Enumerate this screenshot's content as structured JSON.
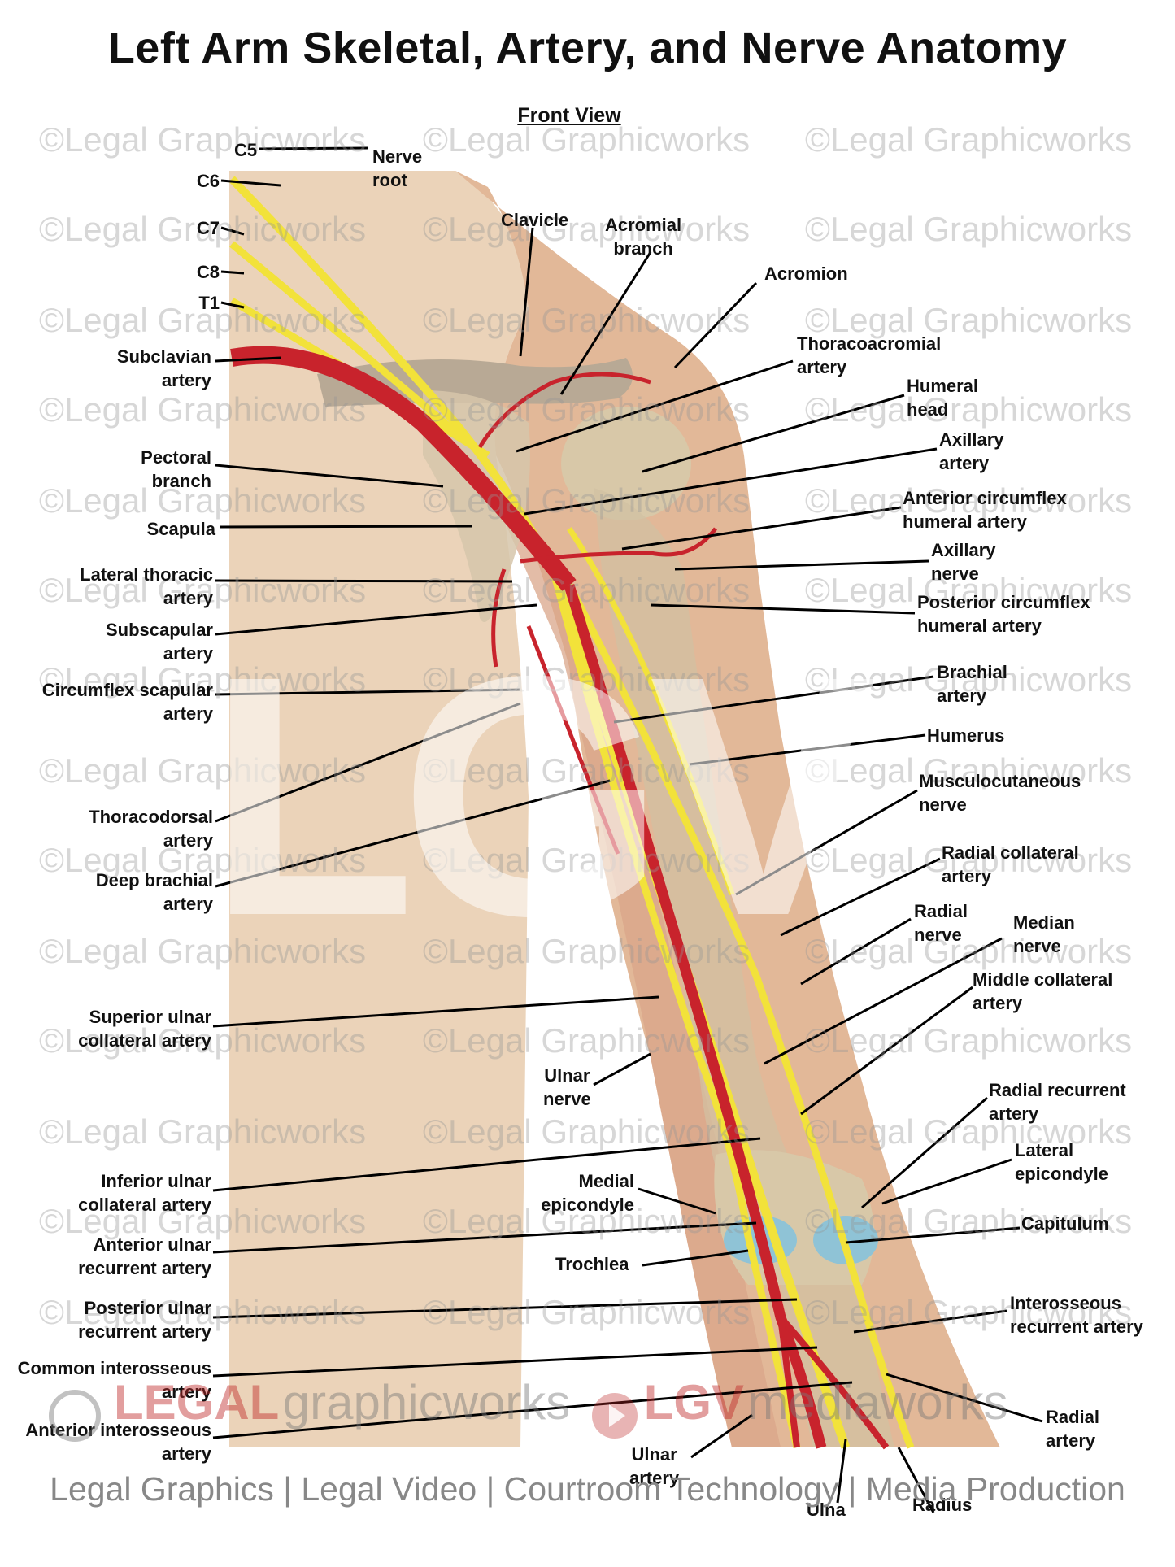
{
  "title": "Left Arm Skeletal, Artery, and Nerve Anatomy",
  "subtitle": "Front View",
  "watermark": "©Legal Graphicworks",
  "center_watermark": "LGV",
  "logo": {
    "legal": "LEGAL",
    "graphicworks": "graphicworks",
    "lgv": "LGV",
    "mediaworks": "mediaworks"
  },
  "footer": "Legal Graphics | Legal Video | Courtroom Technology | Media Production",
  "colors": {
    "skin": "#e8c9a8",
    "bone": "#d9cbb0",
    "artery": "#c8232c",
    "nerve": "#f2e23a",
    "cartilage": "#8fc3d6",
    "label_text": "#111111",
    "leader_line": "#000000"
  },
  "labels": {
    "c5": "C5",
    "c6": "C6",
    "c7": "C7",
    "c8": "C8",
    "t1": "T1",
    "nerve_root": "Nerve\nroot",
    "subclavian_artery": "Subclavian\nartery",
    "pectoral_branch": "Pectoral\nbranch",
    "scapula": "Scapula",
    "lateral_thoracic_artery": "Lateral thoracic\nartery",
    "subscapular_artery": "Subscapular\nartery",
    "circumflex_scapular_artery": "Circumflex scapular\nartery",
    "thoracodorsal_artery": "Thoracodorsal\nartery",
    "deep_brachial_artery": "Deep brachial\nartery",
    "superior_ulnar_collateral_artery": "Superior ulnar\ncollateral artery",
    "inferior_ulnar_collateral_artery": "Inferior ulnar\ncollateral artery",
    "anterior_ulnar_recurrent_artery": "Anterior ulnar\nrecurrent artery",
    "posterior_ulnar_recurrent_artery": "Posterior ulnar\nrecurrent artery",
    "common_interosseous_artery": "Common interosseous\nartery",
    "anterior_interosseous_artery": "Anterior interosseous\nartery",
    "clavicle": "Clavicle",
    "acromial_branch": "Acromial\nbranch",
    "acromion": "Acromion",
    "thoracoacromial_artery": "Thoracoacromial\nartery",
    "humeral_head": "Humeral\nhead",
    "axillary_artery": "Axillary\nartery",
    "anterior_circumflex_humeral_artery": "Anterior circumflex\nhumeral artery",
    "axillary_nerve": "Axillary\nnerve",
    "posterior_circumflex_humeral_artery": "Posterior circumflex\nhumeral artery",
    "brachial_artery": "Brachial\nartery",
    "humerus": "Humerus",
    "musculocutaneous_nerve": "Musculocutaneous\nnerve",
    "radial_collateral_artery": "Radial collateral\nartery",
    "radial_nerve": "Radial\nnerve",
    "median_nerve": "Median\nnerve",
    "middle_collateral_artery": "Middle collateral\nartery",
    "ulnar_nerve": "Ulnar\nnerve",
    "radial_recurrent_artery": "Radial recurrent\nartery",
    "lateral_epicondyle": "Lateral\nepicondyle",
    "medial_epicondyle": "Medial\nepicondyle",
    "capitulum": "Capitulum",
    "trochlea": "Trochlea",
    "interosseous_recurrent_artery": "Interosseous\nrecurrent artery",
    "radial_artery": "Radial\nartery",
    "ulnar_artery": "Ulnar\nartery",
    "ulna": "Ulna",
    "radius": "Radius"
  }
}
